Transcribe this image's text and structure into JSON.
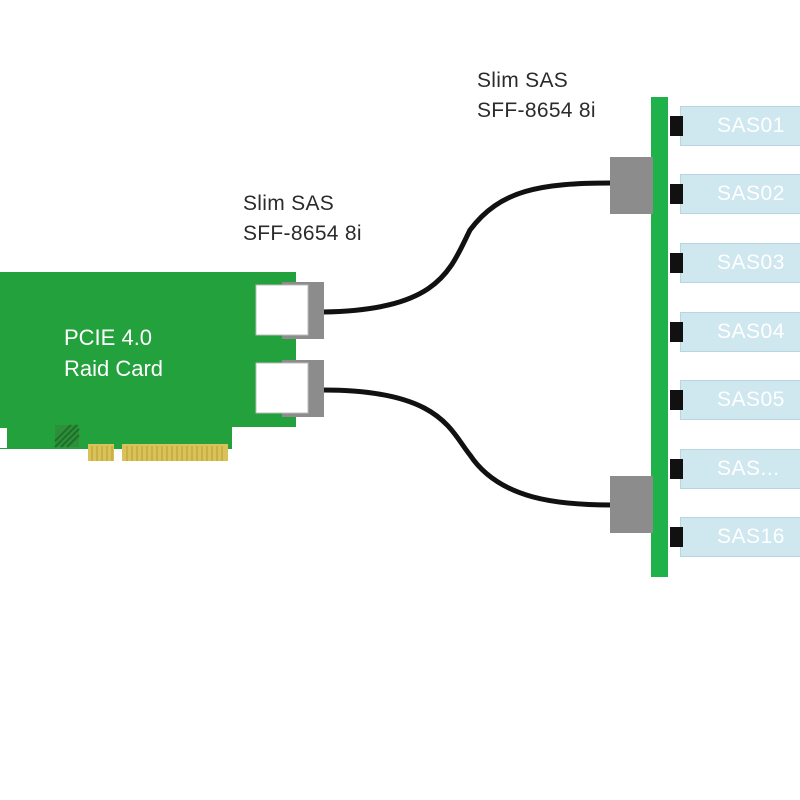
{
  "card": {
    "title_line1": "PCIE 4.0",
    "title_line2": "Raid Card"
  },
  "connectors": {
    "left_label_line1": "Slim SAS",
    "left_label_line2": "SFF-8654 8i",
    "right_label_line1": "Slim SAS",
    "right_label_line2": "SFF-8654 8i"
  },
  "backplane": {
    "slots": [
      "SAS01",
      "SAS02",
      "SAS03",
      "SAS04",
      "SAS05",
      "SAS...",
      "SAS16"
    ]
  },
  "colors": {
    "pcb_green": "#22a13c",
    "backplane_green": "#1fb14a",
    "connector_gray": "#8c8c8c",
    "gold_finger": "#d9c25a",
    "cable": "#111111",
    "slot_fill": "#cfe7ef"
  }
}
